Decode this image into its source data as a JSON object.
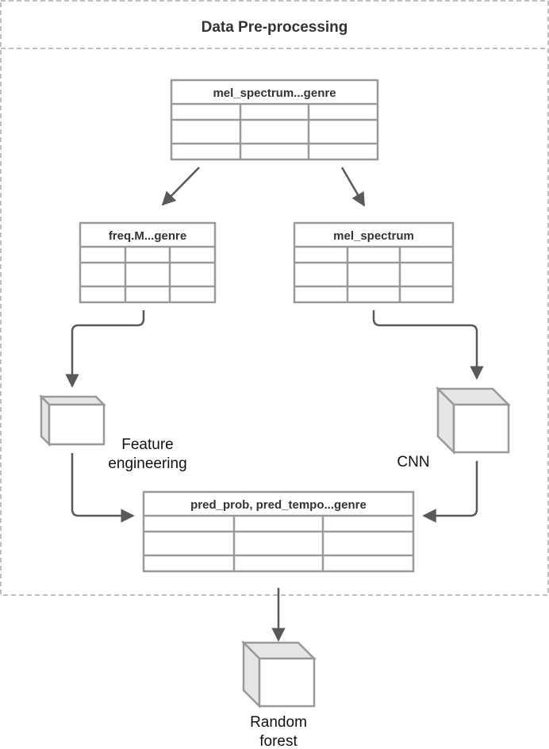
{
  "container": {
    "title": "Data Pre-processing"
  },
  "tables": {
    "top": {
      "title": "mel_spectrum...genre"
    },
    "left": {
      "title": "freq.M...genre"
    },
    "right": {
      "title": "mel_spectrum"
    },
    "bottom": {
      "title": "pred_prob, pred_tempo...genre"
    }
  },
  "models": {
    "feature_engineering": {
      "line1": "Feature",
      "line2": "engineering"
    },
    "cnn": {
      "line1": "CNN"
    },
    "random_forest": {
      "line1": "Random",
      "line2": "forest"
    }
  },
  "colors": {
    "stroke": "#999999",
    "dashed": "#aaaaaa",
    "arrow": "#595959",
    "cube_side": "#e6e6e6",
    "cube_front": "#ffffff"
  }
}
